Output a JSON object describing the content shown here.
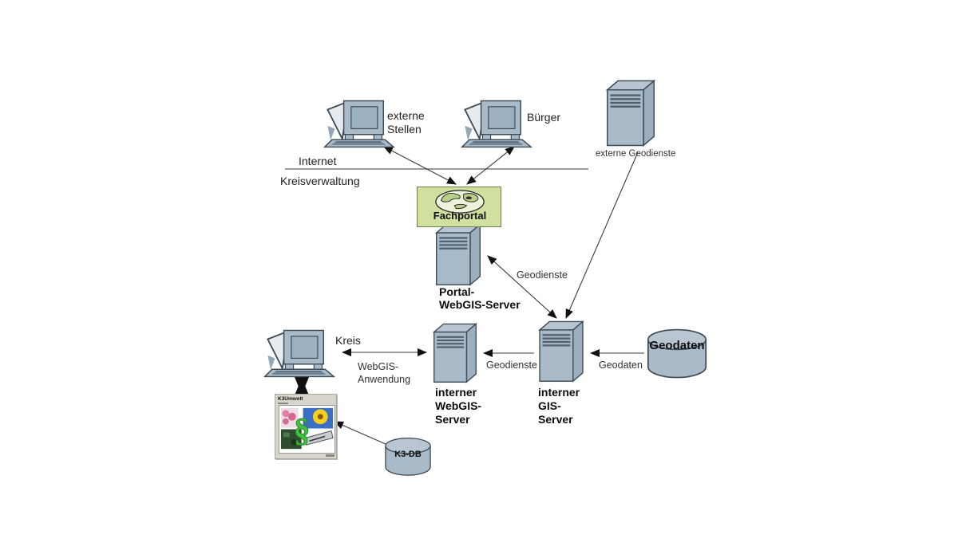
{
  "colors": {
    "icon_fill": "#a9bac8",
    "icon_side": "#9bafbe",
    "icon_top": "#b9c6d1",
    "icon_outline": "#3d4c57",
    "portal_green": "#cfe0a0",
    "arrow_line": "#3a3a3a",
    "zone_line": "#7d7d7d"
  },
  "zones": {
    "internet": "Internet",
    "kreisverwaltung": "Kreisverwaltung"
  },
  "nodes": {
    "externe_stellen": {
      "label": "externe\nStellen"
    },
    "buerger": {
      "label": "Bürger"
    },
    "externe_geodienste": {
      "label": "externe Geodienste"
    },
    "fachportal": {
      "label": "Fachportal"
    },
    "portal_webgis_server": {
      "label": "Portal-\nWebGIS-Server"
    },
    "kreis": {
      "label": "Kreis"
    },
    "interner_webgis_server": {
      "label": "interner\nWebGIS-\nServer"
    },
    "interner_gis_server": {
      "label": "interner\nGIS-\nServer"
    },
    "geodaten_db": {
      "label": "Geodaten"
    },
    "k3_db": {
      "label": "K3-DB"
    },
    "k3_window": {
      "title": "K3Umwelt",
      "glyph": "§"
    }
  },
  "edges": {
    "portal_gis": {
      "label": "Geodienste"
    },
    "kreis_webgis": {
      "label": "WebGIS-\nAnwendung"
    },
    "gis_webgis": {
      "label": "Geodienste"
    },
    "geodaten_gis": {
      "label": "Geodaten"
    }
  }
}
